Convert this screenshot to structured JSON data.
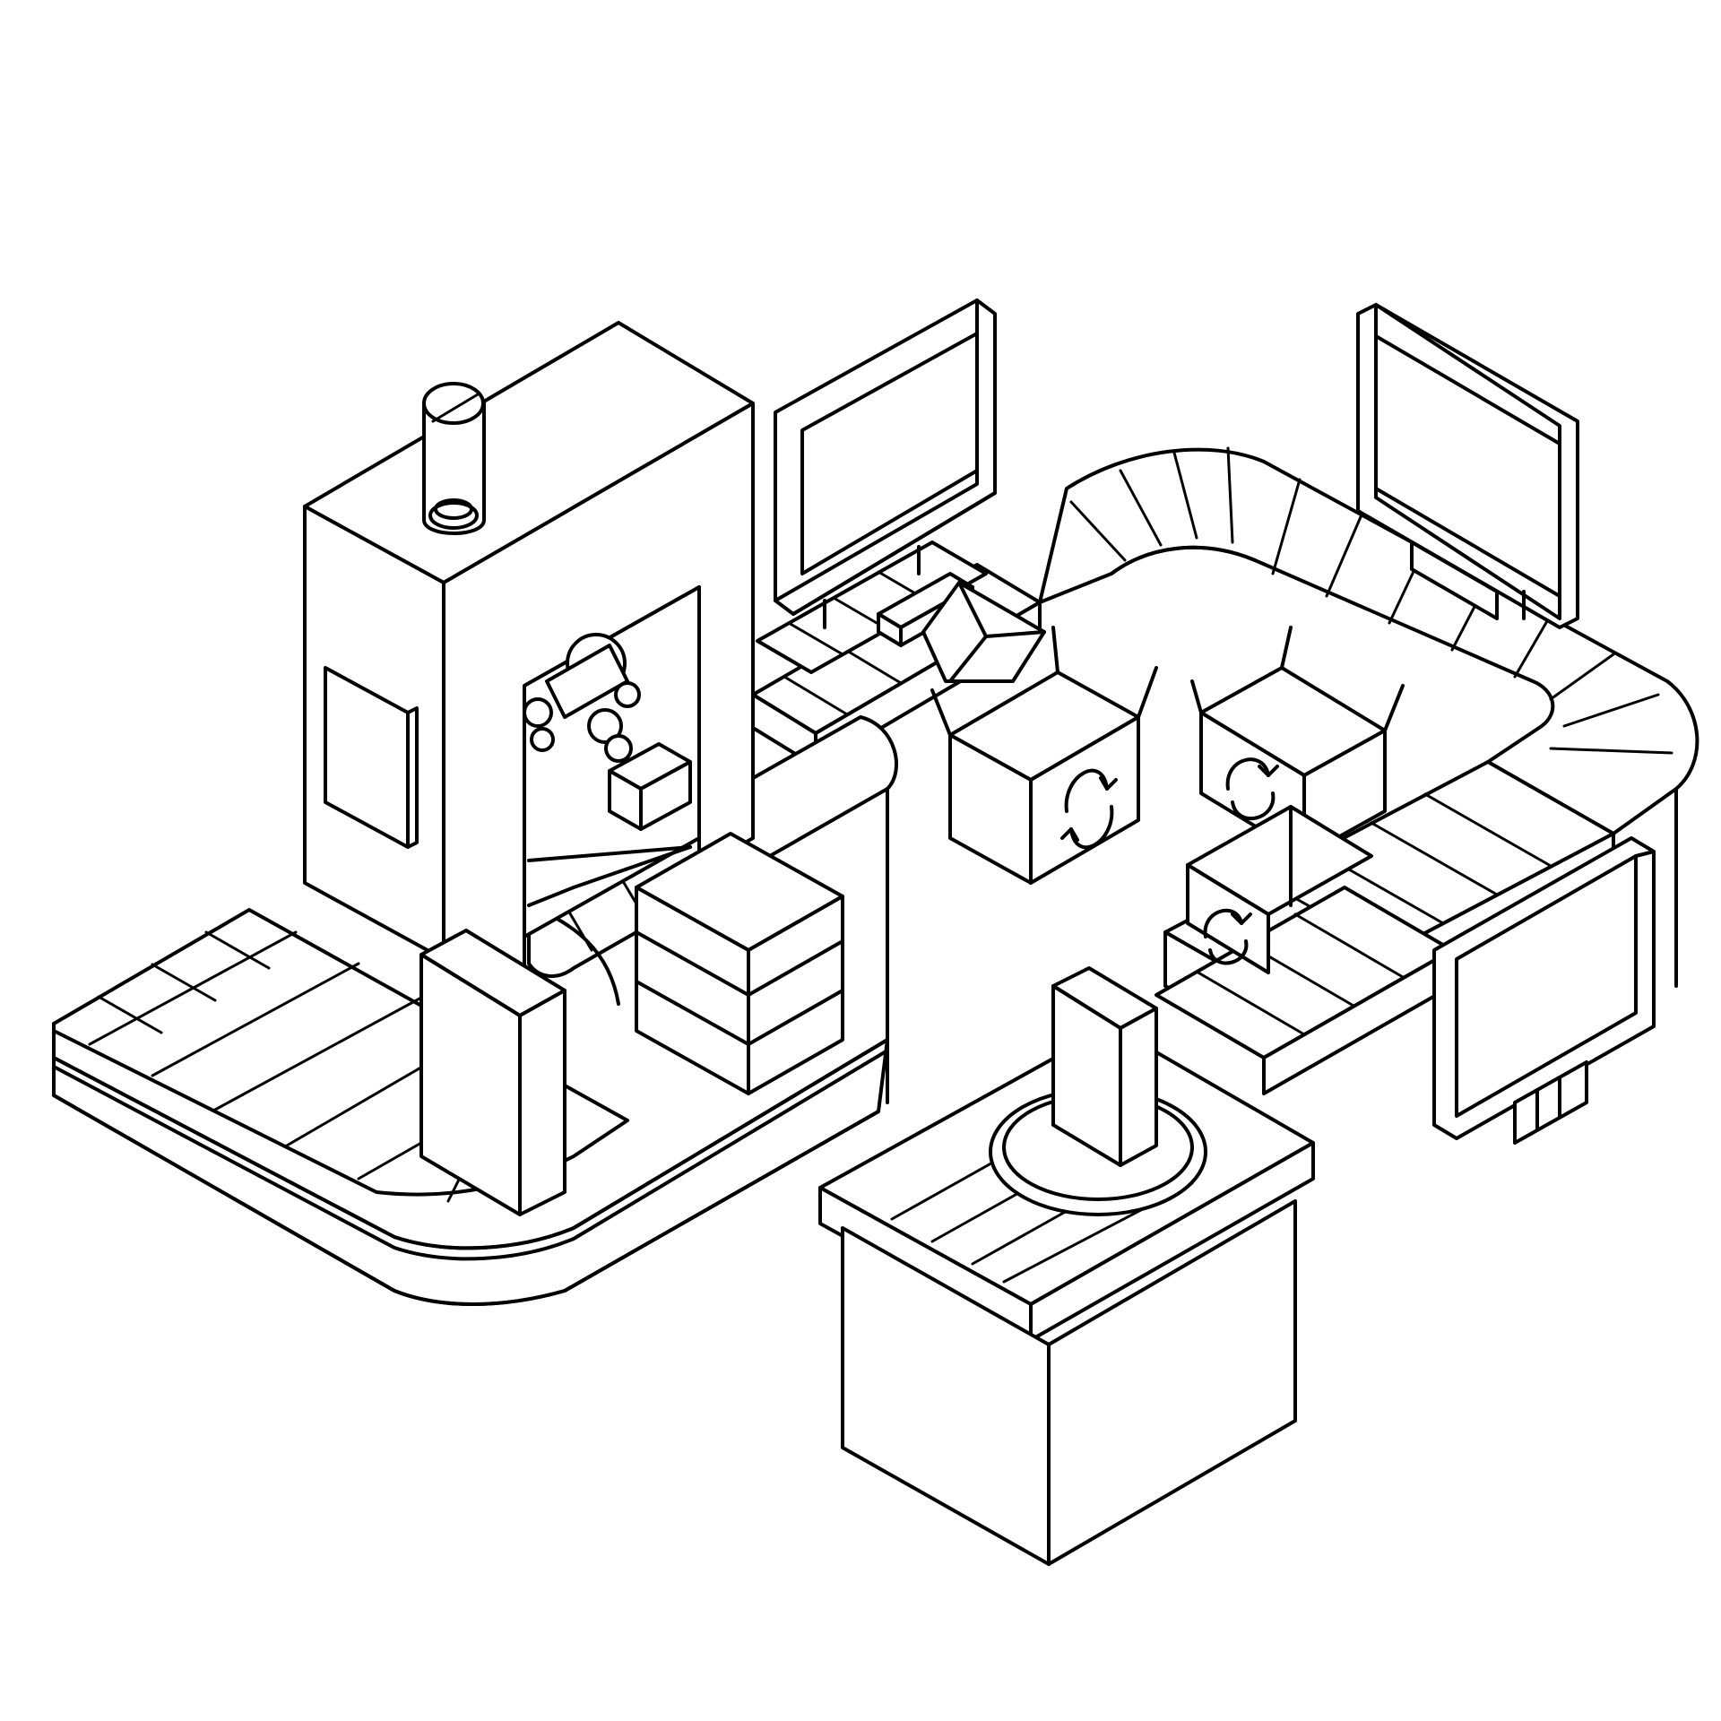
{
  "illustration": {
    "style": "isometric line art",
    "stroke_color": "#000000",
    "fill_color": "#ffffff",
    "subject_icons": [
      "conveyor-belt",
      "packaging-machine",
      "robot-arm",
      "monitor",
      "cardboard-box",
      "recycle-arrows",
      "turntable"
    ]
  }
}
